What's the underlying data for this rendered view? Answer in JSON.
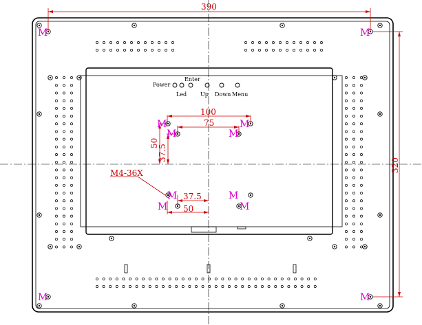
{
  "dimensions": {
    "overall_width": "390",
    "overall_height": "320",
    "vesa_100": "100",
    "vesa_75": "75",
    "vesa_50_v": "50",
    "vesa_37_5_v": "37.5",
    "vesa_37_5_h": "37.5",
    "vesa_50_h": "50"
  },
  "callout": "M4-36X",
  "mount_mark": "M",
  "controls": {
    "top_row": [
      "Power",
      "Enter"
    ],
    "bottom_row": [
      "Led",
      "Up",
      "Down",
      "Menu"
    ]
  },
  "colors": {
    "dimension": "#cc0000",
    "mount_mark": "#e000d0",
    "outline": "#000000"
  }
}
